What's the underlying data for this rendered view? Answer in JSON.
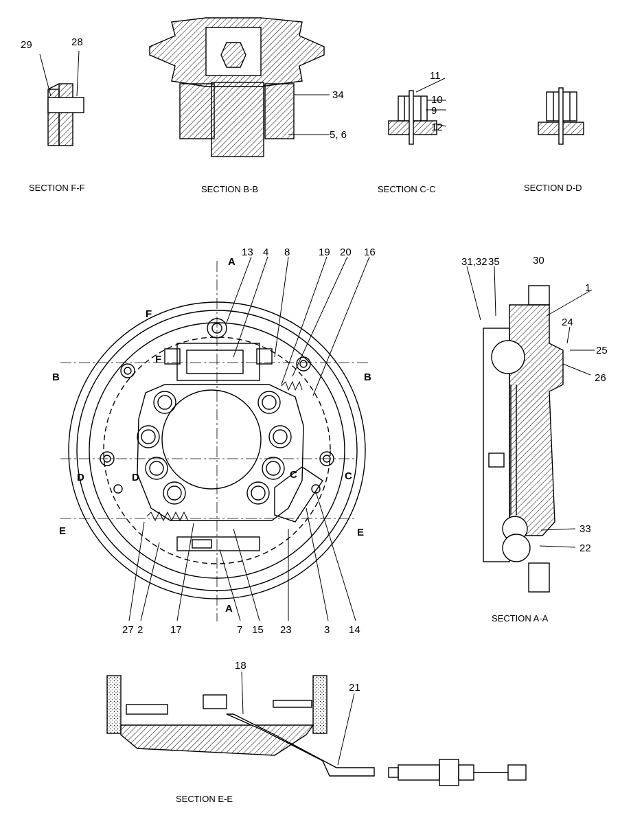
{
  "sections": {
    "ff": "SECTION F-F",
    "bb": "SECTION B-B",
    "cc": "SECTION C-C",
    "dd": "SECTION D-D",
    "aa": "SECTION A-A",
    "ee": "SECTION E-E"
  },
  "cut_marks": {
    "a": "A",
    "b": "B",
    "c": "C",
    "d": "D",
    "e": "E",
    "f": "F"
  },
  "callouts": {
    "p1": "1",
    "p2": "2",
    "p3": "3",
    "p4": "4",
    "p5_6": "5, 6",
    "p7": "7",
    "p8": "8",
    "p9": "9",
    "p10": "10",
    "p11": "11",
    "p12": "12",
    "p13": "13",
    "p14": "14",
    "p15": "15",
    "p16": "16",
    "p17": "17",
    "p18": "18",
    "p19": "19",
    "p20": "20",
    "p21": "21",
    "p22": "22",
    "p23": "23",
    "p24": "24",
    "p25": "25",
    "p26": "26",
    "p27": "27",
    "p28": "28",
    "p29": "29",
    "p30": "30",
    "p31_32": "31,32",
    "p33": "33",
    "p34": "34",
    "p35": "35"
  }
}
